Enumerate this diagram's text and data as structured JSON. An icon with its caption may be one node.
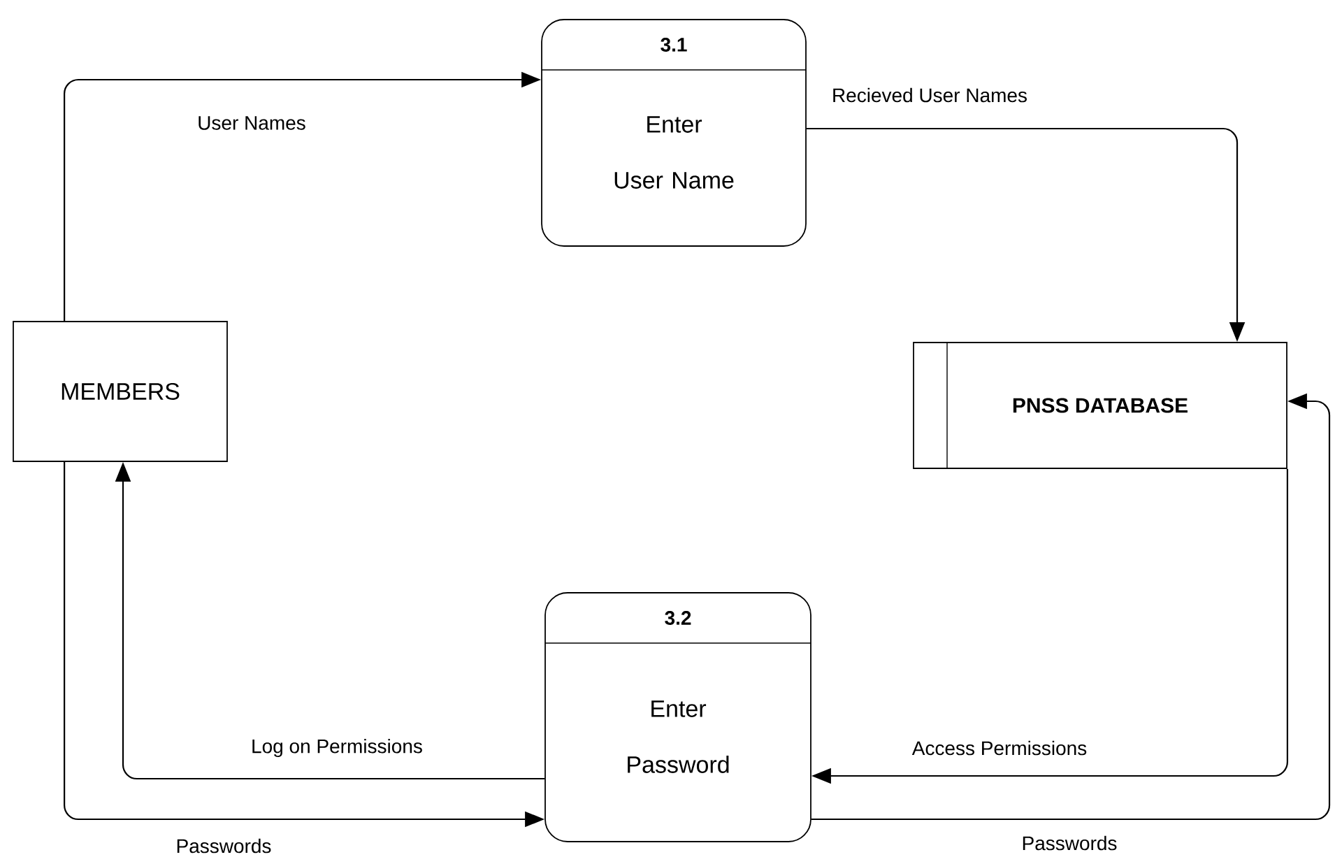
{
  "diagram": {
    "nodes": [
      {
        "text": [
          "MEMBERS"
        ]
      },
      {
        "text": [
          "3.1",
          "Enter User Name"
        ]
      },
      {
        "text": [
          "PNSS DATABASE"
        ]
      },
      {
        "text": [
          "3.2",
          "Enter Password"
        ]
      }
    ],
    "edges": [
      {
        "from": 0,
        "to": 1,
        "arrow": "to",
        "label": "User Names"
      },
      {
        "from": 1,
        "to": 2,
        "arrow": "to",
        "label": "Recieved User Names"
      },
      {
        "from": 2,
        "to": 3,
        "arrow": "to",
        "label": "Access Permissions"
      },
      {
        "from": 3,
        "to": 0,
        "arrow": "to",
        "label": "Log on Permissions"
      },
      {
        "from": 0,
        "to": 3,
        "arrow": "to",
        "label": "Passwords"
      },
      {
        "from": 3,
        "to": 2,
        "arrow": "to",
        "label": "Passwords"
      }
    ]
  }
}
